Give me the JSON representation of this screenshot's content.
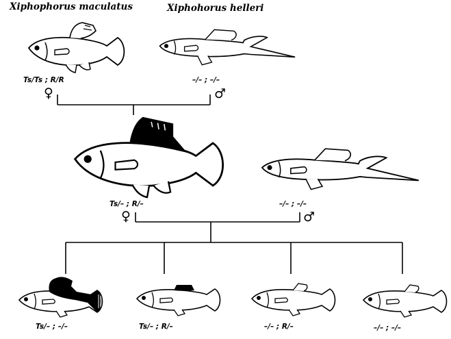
{
  "parents": {
    "female": {
      "species": "Xiphophorus maculatus",
      "genotype": "Ts/Ts ; R/R",
      "sex_symbol": "♀"
    },
    "male": {
      "species": "Xiphohorus helleri",
      "genotype": "–/– ; –/–",
      "sex_symbol": "♂"
    }
  },
  "f1": {
    "female": {
      "genotype": "Ts/– ; R/–",
      "sex_symbol": "♀"
    },
    "male": {
      "genotype": "–/– ; –/–",
      "sex_symbol": "♂"
    }
  },
  "offspring": [
    {
      "genotype": "Ts/– ; –/–"
    },
    {
      "genotype": "Ts/– ; R/–"
    },
    {
      "genotype": "–/– ; R/–"
    },
    {
      "genotype": "–/– ; –/–"
    }
  ],
  "colors": {
    "ink": "#000000",
    "background": "#ffffff"
  }
}
